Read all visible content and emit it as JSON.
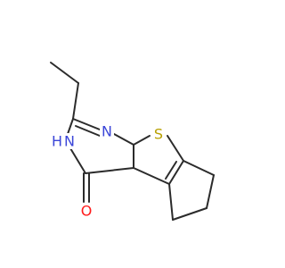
{
  "molecule": {
    "atoms": {
      "n_top": {
        "label": "N",
        "color": "#3b46d8"
      },
      "nh": {
        "label": "N",
        "color": "#3b46d8"
      },
      "h": {
        "label": "H",
        "color": "#3b46d8"
      },
      "s": {
        "label": "S",
        "color": "#b8a000"
      },
      "o": {
        "label": "O",
        "color": "#ff1a1a"
      }
    },
    "bond_color": "#2b2b2b",
    "background": "#ffffff"
  }
}
